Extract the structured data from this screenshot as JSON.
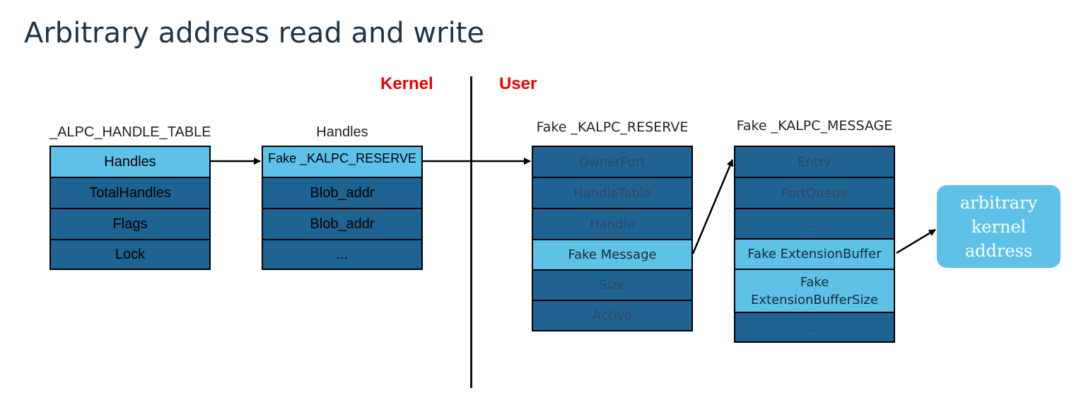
{
  "title": "Arbitrary address read and write",
  "regions": {
    "kernel": "Kernel",
    "user": "User"
  },
  "colors": {
    "dark_cell": "#1f6392",
    "light_cell": "#5ec1e8",
    "region_label": "#ee0000",
    "title": "#1e3447"
  },
  "tables": {
    "alpc_handle_table": {
      "caption": "_ALPC_HANDLE_TABLE",
      "rows": [
        "Handles",
        "TotalHandles",
        "Flags",
        "Lock"
      ]
    },
    "handles": {
      "caption": "Handles",
      "rows": [
        "Fake _KALPC_RESERVE",
        "Blob_addr",
        "Blob_addr",
        "..."
      ]
    },
    "fake_kalpc_reserve": {
      "caption": "Fake _KALPC_RESERVE",
      "rows": [
        "OwnerPort",
        "HandleTable",
        "Handle",
        "Fake Message",
        "Size",
        "Active"
      ]
    },
    "fake_kalpc_message": {
      "caption": "Fake _KALPC_MESSAGE",
      "rows": [
        "Entry",
        "PortQueue",
        "...",
        "Fake ExtensionBuffer",
        "Fake\nExtensionBufferSize",
        "..."
      ]
    }
  },
  "result": {
    "line1": "arbitrary",
    "line2": "kernel",
    "line3": "address"
  }
}
